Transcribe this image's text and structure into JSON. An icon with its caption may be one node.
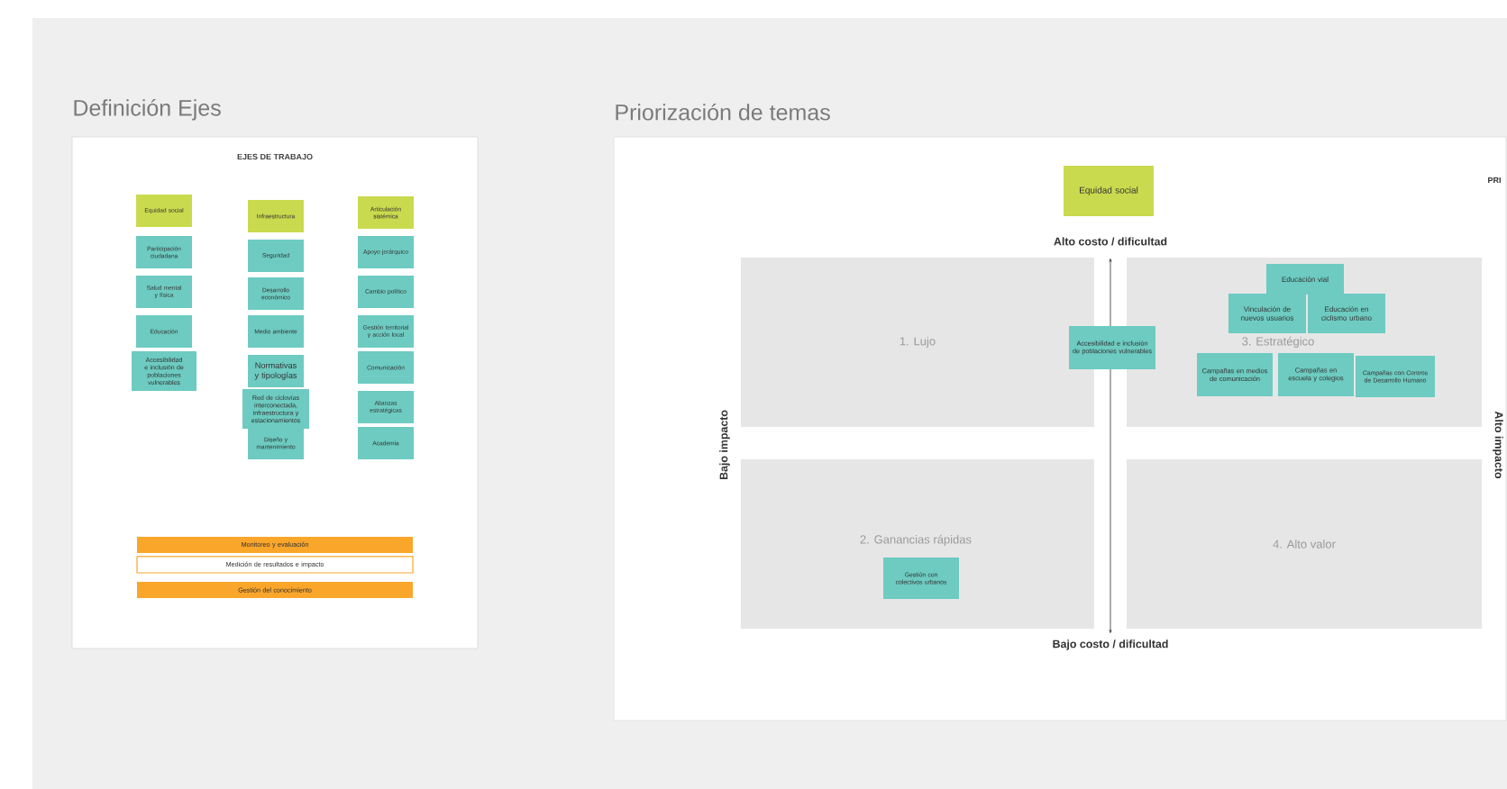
{
  "diagram": {
    "nodes": [
      {
        "text": [
          "Definición Ejes",
          "EJES DE TRABAJO"
        ]
      },
      {
        "text": [
          "Equidad social"
        ],
        "in": 0
      },
      {
        "text": [
          "Participación ciudadana"
        ],
        "in": 0
      },
      {
        "text": [
          "Salud mental y física"
        ],
        "in": 0
      },
      {
        "text": [
          "Educación"
        ],
        "in": 0
      },
      {
        "text": [
          "Accesibilidad e inclusión de poblaciones vulnerables"
        ],
        "in": 0
      },
      {
        "text": [
          "Infraestructura"
        ],
        "in": 0
      },
      {
        "text": [
          "Seguridad"
        ],
        "in": 0
      },
      {
        "text": [
          "Desarrollo económico"
        ],
        "in": 0
      },
      {
        "text": [
          "Medio ambiente"
        ],
        "in": 0
      },
      {
        "text": [
          "Normativas y tipologías"
        ],
        "in": 0
      },
      {
        "text": [
          "Red de ciclovías interconectada, infraestructura y estacionamientos"
        ],
        "in": 0
      },
      {
        "text": [
          "Diseño y mantenimiento"
        ],
        "in": 0
      },
      {
        "text": [
          "Articulación sistémica"
        ],
        "in": 0
      },
      {
        "text": [
          "Apoyo jerárquico"
        ],
        "in": 0
      },
      {
        "text": [
          "Cambio político"
        ],
        "in": 0
      },
      {
        "text": [
          "Gestión territorial y acción local"
        ],
        "in": 0
      },
      {
        "text": [
          "Comunicación"
        ],
        "in": 0
      },
      {
        "text": [
          "Alianzas estratégicas"
        ],
        "in": 0
      },
      {
        "text": [
          "Academia"
        ],
        "in": 0
      },
      {
        "text": [
          "Monitoreo y evaluación"
        ],
        "in": 0
      },
      {
        "text": [
          "Medición de resultados e impacto"
        ],
        "in": 0
      },
      {
        "text": [
          "Gestión del conocimiento"
        ],
        "in": 0
      },
      {
        "text": [
          "Priorización de temas"
        ]
      },
      {
        "text": [
          "Equidad social"
        ],
        "in": 23
      },
      {
        "text": [
          "1. Lujo"
        ],
        "in": 23
      },
      {
        "text": [
          "Accesibilidad e inclusión de poblaciones vulnerables"
        ],
        "in": 23
      },
      {
        "text": [
          "3. Estratégico"
        ],
        "in": 23
      },
      {
        "text": [
          "Educación vial"
        ],
        "in": 27
      },
      {
        "text": [
          "Vinculación de nuevos usuarios"
        ],
        "in": 27
      },
      {
        "text": [
          "Educación en ciclismo urbano"
        ],
        "in": 27
      },
      {
        "text": [
          "Campañas en medios de comunicación"
        ],
        "in": 27
      },
      {
        "text": [
          "Campañas en escuela y colegios"
        ],
        "in": 27
      },
      {
        "text": [
          "Campañas con Centros de Desarrollo Humano"
        ],
        "in": 27
      },
      {
        "text": [
          "2. Ganancias rápidas"
        ],
        "in": 23
      },
      {
        "text": [
          "Gestión con colectivos urbanos"
        ],
        "in": 34
      },
      {
        "text": [
          "4. Alto valor"
        ],
        "in": 23
      }
    ],
    "labels": [
      "PRI",
      "Alto costo / dificultad",
      "Bajo impacto",
      "Alto impacto",
      "Bajo costo / dificultad"
    ]
  }
}
